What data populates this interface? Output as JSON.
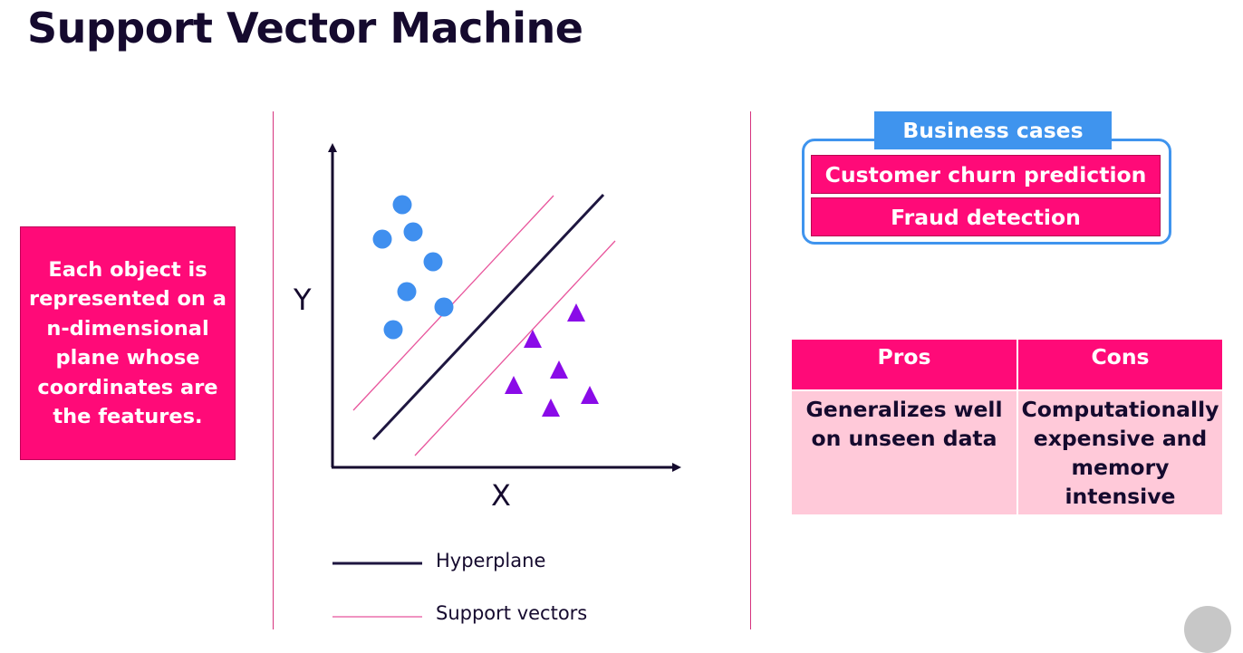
{
  "title": "Support Vector Machine",
  "description_box": {
    "text": "Each object is represented on a n-dimensional plane whose coordinates are the features."
  },
  "diagram": {
    "y_label": "Y",
    "x_label": "X",
    "legend": {
      "hyperplane": "Hyperplane",
      "support_vectors": "Support vectors"
    },
    "colors": {
      "circles": "#3f8fef",
      "triangles": "#8a0be8",
      "hyperplane": "#1e1640",
      "support_vectors": "#e8559c",
      "axes": "#150a2e"
    }
  },
  "business_cases": {
    "header": "Business cases",
    "items": [
      "Customer churn prediction",
      "Fraud detection"
    ]
  },
  "pros_cons": {
    "pros_header": "Pros",
    "cons_header": "Cons",
    "pros": [
      "Generalizes well",
      "on unseen data"
    ],
    "cons": [
      "Computationally",
      "expensive and",
      "memory",
      "intensive"
    ]
  },
  "colors": {
    "accent_pink": "#ff0a78",
    "light_pink": "#ffc9d9",
    "accent_blue": "#3f94ee",
    "text_dark": "#150a2e"
  }
}
